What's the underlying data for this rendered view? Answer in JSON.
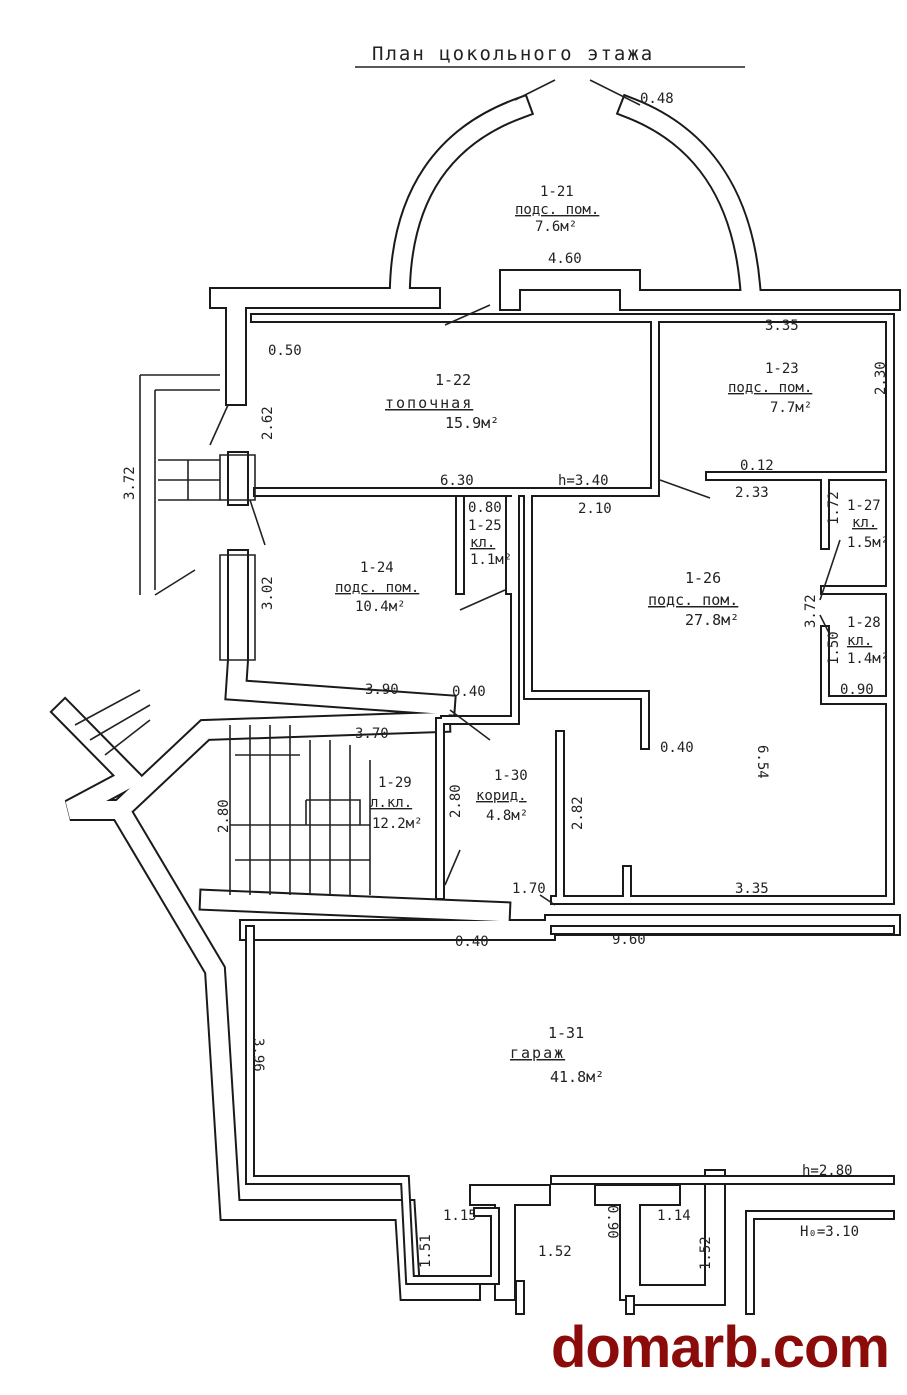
{
  "title": "План цокольного этажа",
  "rooms": [
    {
      "id": "1-21",
      "name": "подс. пом.",
      "area": "7.6м²"
    },
    {
      "id": "1-22",
      "name": "топочная",
      "area": "15.9м²"
    },
    {
      "id": "1-23",
      "name": "подс. пом.",
      "area": "7.7м²"
    },
    {
      "id": "1-24",
      "name": "подс. пом.",
      "area": "10.4м²"
    },
    {
      "id": "1-25",
      "name": "кл.",
      "area": "1.1м²"
    },
    {
      "id": "1-26",
      "name": "подс. пом.",
      "area": "27.8м²"
    },
    {
      "id": "1-27",
      "name": "кл.",
      "area": "1.5м²"
    },
    {
      "id": "1-28",
      "name": "кл.",
      "area": "1.4м²"
    },
    {
      "id": "1-29",
      "name": "л.кл.",
      "area": "12.2м²"
    },
    {
      "id": "1-30",
      "name": "корид.",
      "area": "4.8м²"
    },
    {
      "id": "1-31",
      "name": "гараж",
      "area": "41.8м²"
    }
  ],
  "dimensions": [
    "0.48",
    "4.60",
    "3.35",
    "0.50",
    "2.62",
    "2.30",
    "3.72",
    "6.30",
    "h=3.40",
    "0.12",
    "2.33",
    "0.80",
    "2.10",
    "1.72",
    "3.02",
    "3.72",
    "1.50",
    "0.90",
    "3.90",
    "0.40",
    "3.70",
    "6.54",
    "0.40",
    "2.80",
    "2.80",
    "2.82",
    "1.70",
    "3.35",
    "0.40",
    "9.60",
    "3.96",
    "h=2.80",
    "1.15",
    "1.14",
    "1.51",
    "0.90",
    "1.52",
    "1.52",
    "H₀=3.10"
  ],
  "watermark": "domarb.com"
}
